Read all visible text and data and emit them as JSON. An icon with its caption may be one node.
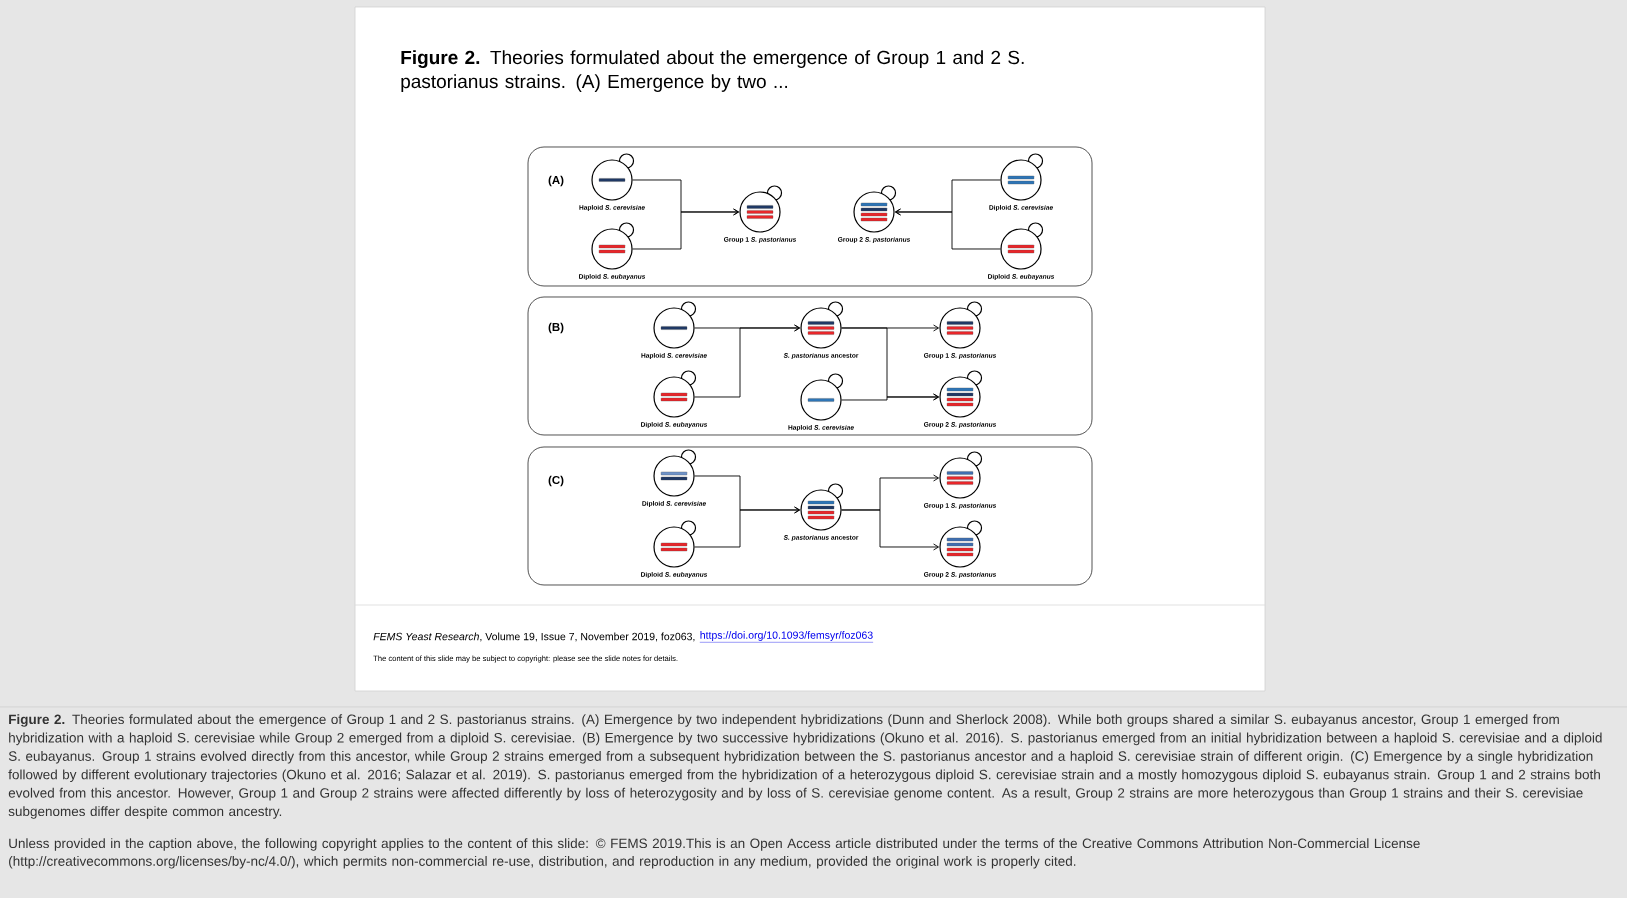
{
  "diagram": {
    "title": "**Figure 2.** Theories formulated about the emergence of Group 1 and 2 S. pastorianus strains. (A) Emergence by two ...",
    "caption": "**Figure 2.** Theories formulated about the emergence of Group 1 and 2 S. pastorianus strains. (A) Emergence by two independent hybridizations (Dunn and Sherlock 2008). While both groups shared a similar S. eubayanus ancestor, Group 1 emerged from hybridization with a haploid S. cerevisiae while Group 2 emerged from a diploid S. cerevisiae. (B) Emergence by two successive hybridizations (Okuno et al. 2016). S. pastorianus emerged from an initial hybridization between a haploid S. cerevisiae and a diploid S. eubayanus. Group 1 strains evolved directly from this ancestor, while Group 2 strains emerged from a subsequent hybridization between the S. pastorianus ancestor and a haploid S. cerevisiae strain of different origin. (C) Emergence by a single hybridization followed by different evolutionary trajectories (Okuno et al. 2016; Salazar et al. 2019). S. pastorianus emerged from the hybridization of a heterozygous diploid S. cerevisiae strain and a mostly homozygous diploid S. eubayanus strain. Group 1 and 2 strains both evolved from this ancestor. However, Group 1 and Group 2 strains were affected differently by loss of heterozygosity and by loss of S. cerevisiae genome content. As a result, Group 2 strains are more heterozygous than Group 1 strains and their S. cerevisiae subgenomes differ despite common ancestry.",
    "nodes": [
      {
        "text": [
          "(A)"
        ]
      },
      {
        "text": [
          "Haploid *S. cerevisiae*"
        ],
        "in": 0
      },
      {
        "text": [
          "Diploid *S. eubayanus*"
        ],
        "in": 0
      },
      {
        "text": [
          "Group 1 *S. pastorianus*"
        ],
        "in": 0
      },
      {
        "text": [
          "Group 2 *S. pastorianus*"
        ],
        "in": 0
      },
      {
        "text": [
          "Diploid *S. cerevisiae*"
        ],
        "in": 0
      },
      {
        "text": [
          "Diploid *S. eubayanus*"
        ],
        "in": 0
      },
      {
        "text": [
          "(B)"
        ]
      },
      {
        "text": [
          "Haploid *S. cerevisiae*"
        ],
        "in": 7
      },
      {
        "text": [
          "Diploid *S. eubayanus*"
        ],
        "in": 7
      },
      {
        "text": [
          "*S. pastorianus* ancestor"
        ],
        "in": 7
      },
      {
        "text": [
          "Haploid *S. cerevisiae*"
        ],
        "in": 7
      },
      {
        "text": [
          "Group 1 *S. pastorianus*"
        ],
        "in": 7
      },
      {
        "text": [
          "Group 2 *S. pastorianus*"
        ],
        "in": 7
      },
      {
        "text": [
          "(C)"
        ]
      },
      {
        "text": [
          "Diploid *S. cerevisiae*"
        ],
        "in": 14
      },
      {
        "text": [
          "Diploid *S. eubayanus*"
        ],
        "in": 14
      },
      {
        "text": [
          "*S. pastorianus* ancestor"
        ],
        "in": 14
      },
      {
        "text": [
          "Group 1 *S. pastorianus*"
        ],
        "in": 14
      },
      {
        "text": [
          "Group 2 *S. pastorianus*"
        ],
        "in": 14
      }
    ],
    "edges": [
      {
        "from": 1,
        "to": 3,
        "arrow": "to"
      },
      {
        "from": 2,
        "to": 3,
        "arrow": "to"
      },
      {
        "from": 5,
        "to": 4,
        "arrow": "to"
      },
      {
        "from": 6,
        "to": 4,
        "arrow": "to"
      },
      {
        "from": 8,
        "to": 10,
        "arrow": "to"
      },
      {
        "from": 9,
        "to": 10,
        "arrow": "to"
      },
      {
        "from": 10,
        "to": 12,
        "arrow": "to"
      },
      {
        "from": 10,
        "to": 13,
        "arrow": "to"
      },
      {
        "from": 11,
        "to": 13,
        "arrow": "to"
      },
      {
        "from": 15,
        "to": 17,
        "arrow": "to"
      },
      {
        "from": 16,
        "to": 17,
        "arrow": "to"
      },
      {
        "from": 17,
        "to": 18,
        "arrow": "to"
      },
      {
        "from": 17,
        "to": 19,
        "arrow": "to"
      }
    ],
    "labels": [
      "*FEMS Yeast Research*, Volume 19, Issue 7, November 2019, foz063,",
      "https://doi.org/10.1093/femsyr/foz063",
      "The content of this slide may be subject to copyright: please see the slide notes for details.",
      "Unless provided in the caption above, the following copyright applies to the content of this slide: © FEMS 2019.This is an Open Access article distributed under the terms of the Creative Commons Attribution Non-Commercial License (http://creativecommons.org/licenses/by-nc/4.0/), which permits non-commercial re-use, distribution, and reproduction in any medium, provided the original work is properly cited."
    ]
  }
}
